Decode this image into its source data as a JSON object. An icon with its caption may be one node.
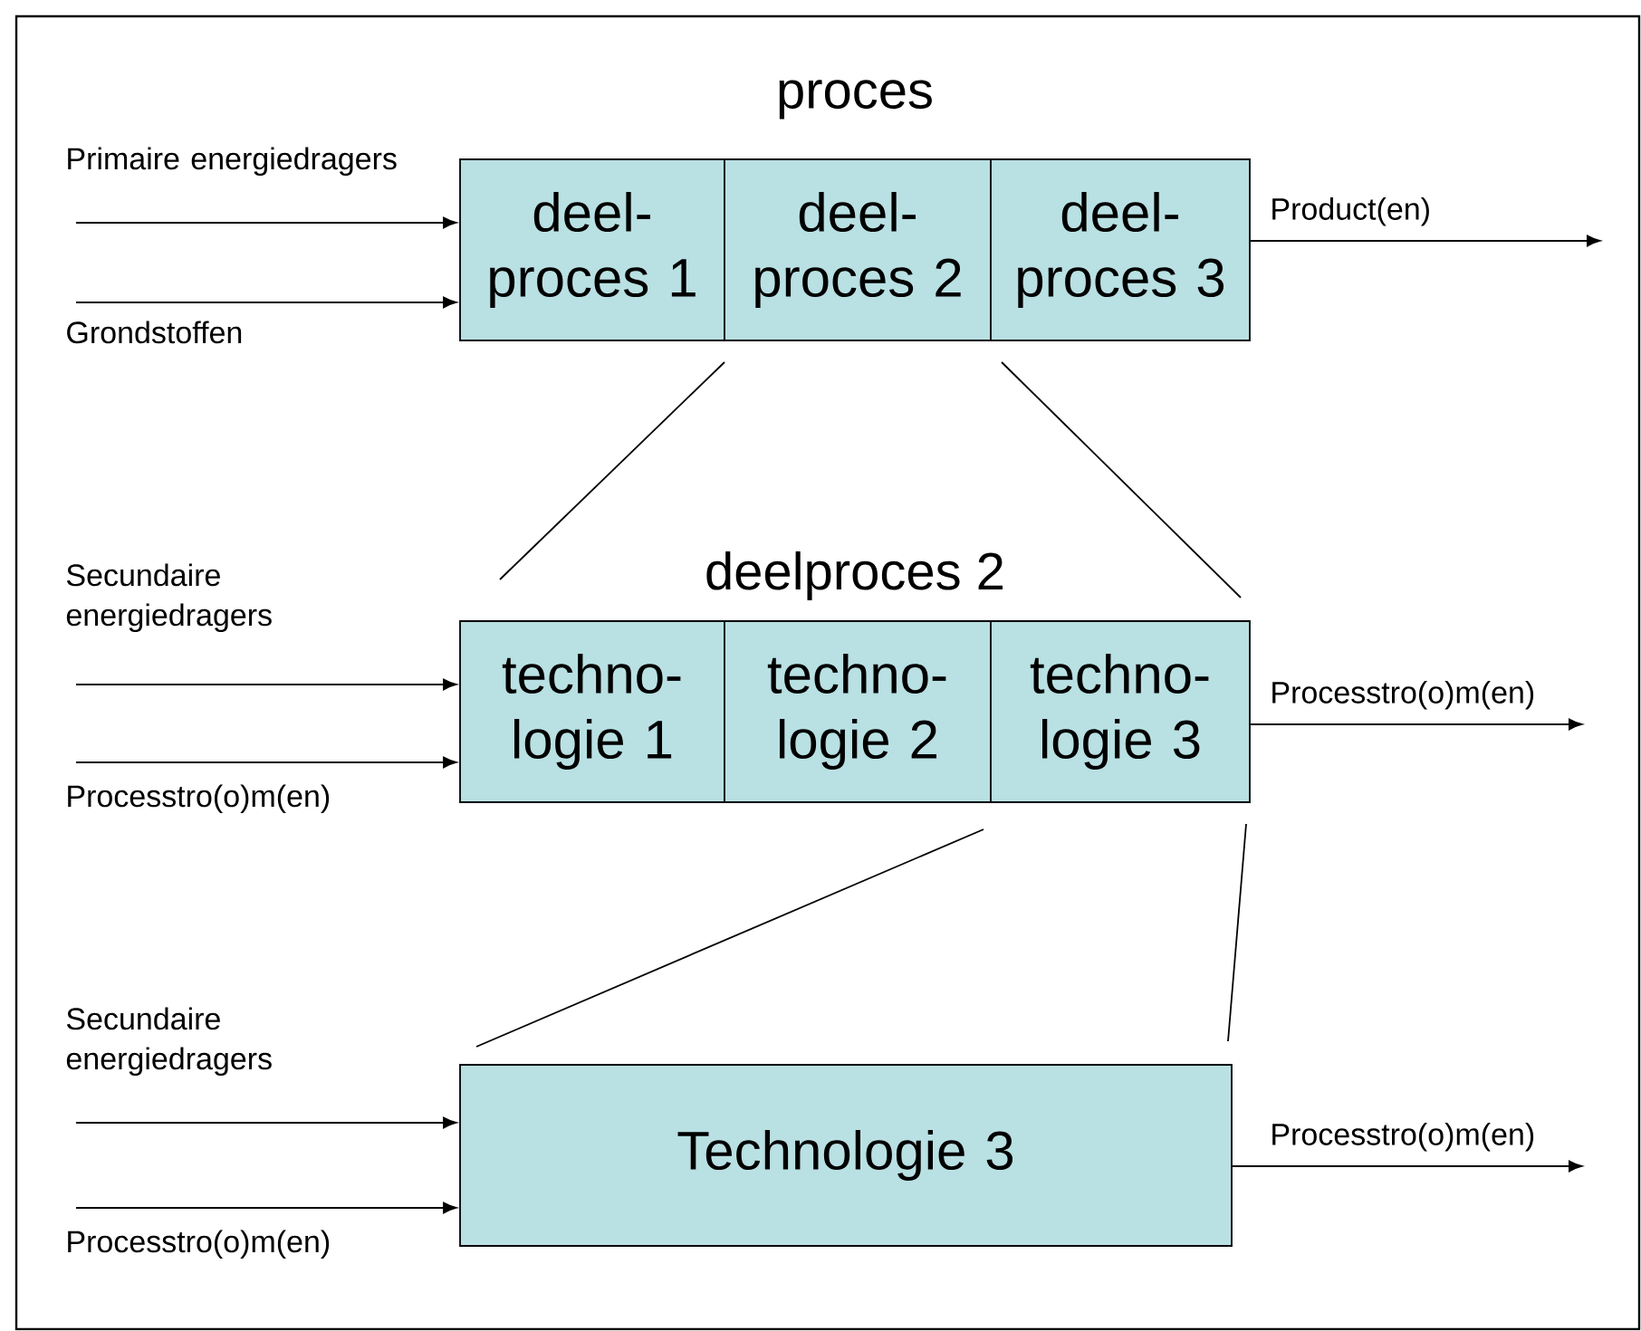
{
  "diagram": {
    "nodes": [
      {
        "text": [
          "deel- proces 1"
        ]
      },
      {
        "text": [
          "deel- proces 2"
        ]
      },
      {
        "text": [
          "deel- proces 3"
        ]
      },
      {
        "text": [
          "techno- logie 1"
        ]
      },
      {
        "text": [
          "techno- logie 2"
        ]
      },
      {
        "text": [
          "techno- logie 3"
        ]
      },
      {
        "text": [
          "Technologie 3"
        ]
      }
    ],
    "edges": [
      {
        "from": null,
        "to": 0,
        "arrow": "to",
        "label": "Primaire energiedragers"
      },
      {
        "from": null,
        "to": 0,
        "arrow": "to",
        "label": "Grondstoffen"
      },
      {
        "from": 2,
        "to": null,
        "arrow": "to",
        "label": "Product(en)"
      },
      {
        "from": null,
        "to": 3,
        "arrow": "to",
        "label": "Secundaire energiedragers"
      },
      {
        "from": null,
        "to": 3,
        "arrow": "to",
        "label": "Processtro(o)m(en)"
      },
      {
        "from": 5,
        "to": null,
        "arrow": "to",
        "label": "Processtro(o)m(en)"
      },
      {
        "from": null,
        "to": 6,
        "arrow": "to",
        "label": "Secundaire energiedragers"
      },
      {
        "from": null,
        "to": 6,
        "arrow": "to",
        "label": "Processtro(o)m(en)"
      },
      {
        "from": 6,
        "to": null,
        "arrow": "to",
        "label": "Processtro(o)m(en)"
      }
    ],
    "labels": [
      "proces",
      "deelproces 2"
    ]
  }
}
